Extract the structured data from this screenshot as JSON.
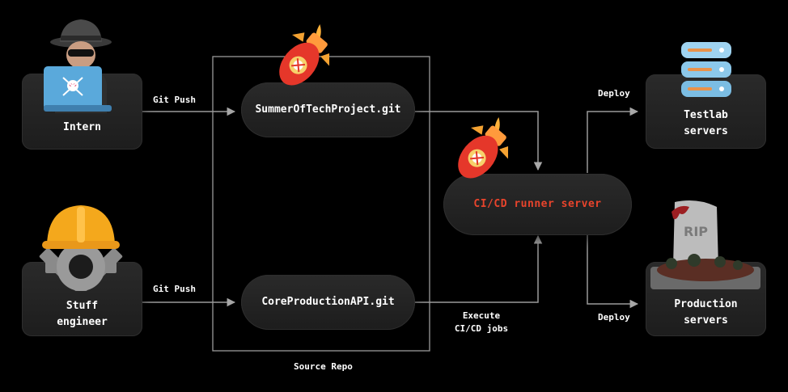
{
  "nodes": {
    "intern": "Intern",
    "staff_engineer_line1": "Stuff",
    "staff_engineer_line2": "engineer",
    "repo_summer": "SummerOfTechProject.git",
    "repo_core": "CoreProductionAPI.git",
    "ci_runner": "CI/CD runner server",
    "testlab_line1": "Testlab",
    "testlab_line2": "servers",
    "production_line1": "Production",
    "production_line2": "servers"
  },
  "edges": {
    "git_push_top": "Git Push",
    "git_push_bottom": "Git Push",
    "deploy_top": "Deploy",
    "deploy_bottom": "Deploy",
    "execute_line1": "Execute",
    "execute_line2": "CI/CD jobs"
  },
  "group": {
    "source_repo": "Source Repo"
  },
  "icons": {
    "tombstone_text": "RIP"
  },
  "colors": {
    "background": "#000000",
    "node": "#222222",
    "line": "#9a9a9a",
    "accent": "#e8442c"
  }
}
